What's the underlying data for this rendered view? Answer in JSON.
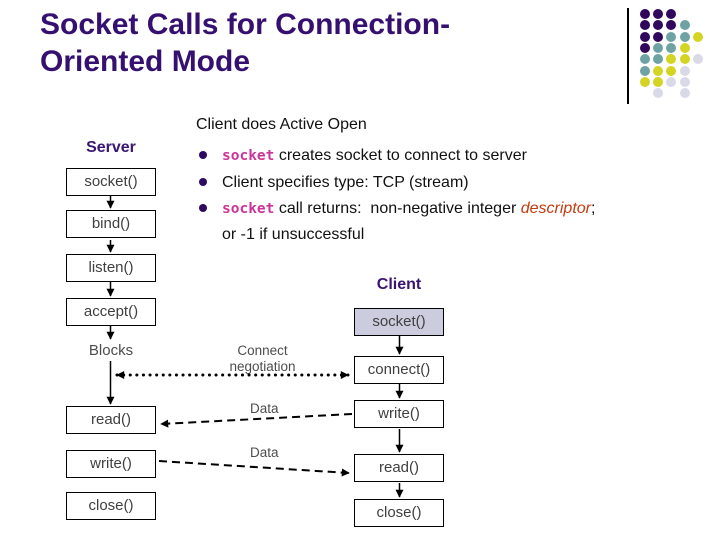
{
  "title": {
    "line1": "Socket Calls for Connection-",
    "line2": "Oriented Mode"
  },
  "content": {
    "heading": "Client does Active Open",
    "bullet1": {
      "code": "socket",
      "text": " creates socket to connect to server"
    },
    "bullet2": {
      "text": "Client specifies type: TCP (stream)"
    },
    "bullet3": {
      "code": "socket",
      "text_mid": " call returns:  non-negative integer ",
      "emphasis": "descriptor",
      "semicolon": ";",
      "continuation": "or -1 if unsuccessful"
    }
  },
  "diagram": {
    "server": {
      "label": "Server",
      "boxes": [
        "socket()",
        "bind()",
        "listen()",
        "accept()",
        "read()",
        "write()",
        "close()"
      ],
      "blocks_note": "Blocks"
    },
    "client": {
      "label": "Client",
      "boxes": [
        "socket()",
        "connect()",
        "write()",
        "read()",
        "close()"
      ]
    },
    "annotations": {
      "connect_line1": "Connect",
      "connect_line2": "negotiation",
      "data_top": "Data",
      "data_bottom": "Data"
    }
  },
  "decoration": {
    "dot_grid": [
      "PPP..",
      "PPPT.",
      "PPTTY",
      "PTTY.",
      "TTYYG",
      "TYYG.",
      "YYGG.",
      ".G.G."
    ],
    "dot_colors": {
      "P": "#31075e",
      "T": "#6fa3a3",
      "Y": "#d4d424",
      "G": "#d9d9e8"
    }
  },
  "colors": {
    "title_purple": "#351070",
    "label_purple": "#3a1470",
    "code_pink": "#cc3399",
    "emphasis_orange": "#c63a10",
    "client_socket_fill": "#ccccdf",
    "box_text": "#3f3f3f",
    "annotation_gray": "#4d4d4d"
  }
}
